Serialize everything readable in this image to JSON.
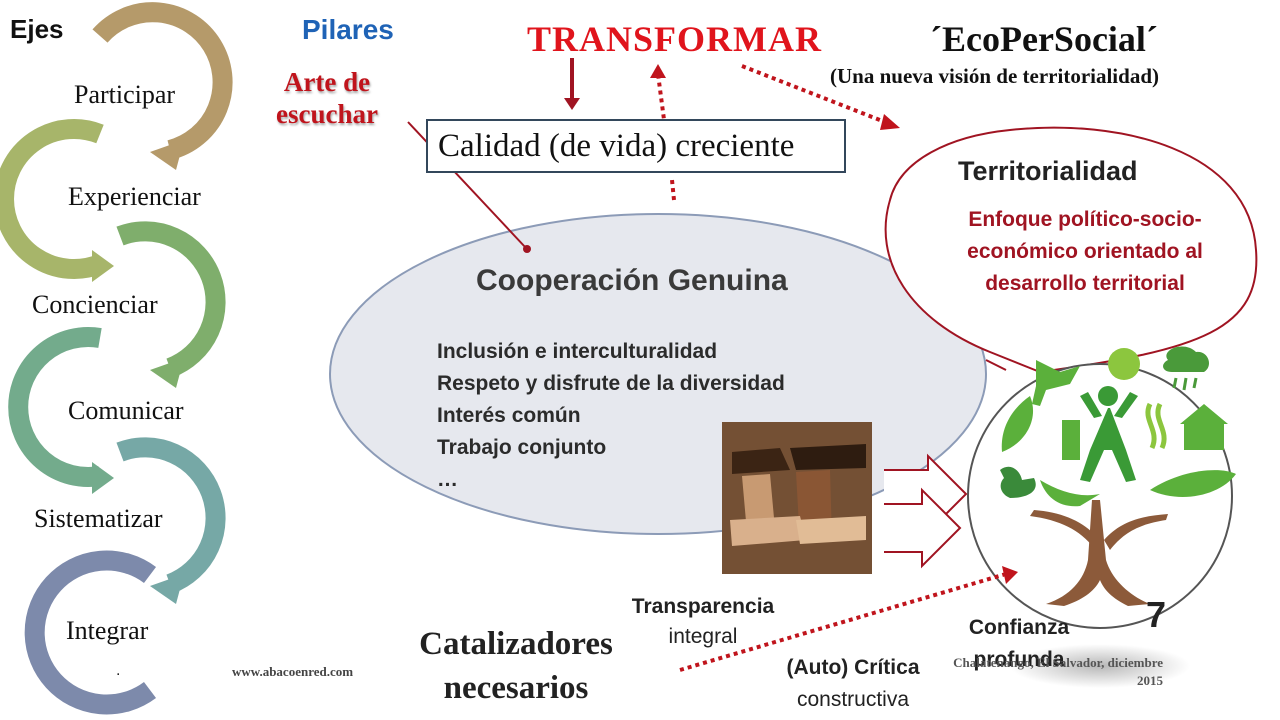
{
  "headers": {
    "ejes": "Ejes",
    "pilares": "Pilares"
  },
  "axes": [
    {
      "label": "Participar",
      "color": "#b59a6a"
    },
    {
      "label": "Experienciar",
      "color": "#a7b56a"
    },
    {
      "label": "Concienciar",
      "color": "#7fae6c"
    },
    {
      "label": "Comunicar",
      "color": "#73ab8c"
    },
    {
      "label": "Sistematizar",
      "color": "#76a8a6"
    },
    {
      "label": "Integrar",
      "color": "#7d8aab"
    }
  ],
  "pillar": "Arte de escuchar",
  "transformar": "TRANSFORMAR",
  "ecopersocial": {
    "title": "´EcoPerSocial´",
    "subtitle": "(Una nueva visión de territorialidad)"
  },
  "calidad": "Calidad (de vida) creciente",
  "cooperacion": {
    "title": "Cooperación Genuina",
    "items": [
      "Inclusión e interculturalidad",
      "Respeto y disfrute de la diversidad",
      "Interés común",
      "Trabajo conjunto",
      "…"
    ]
  },
  "territorialidad": {
    "title": "Territorialidad",
    "text": "Enfoque político-socio-económico orientado al desarrollo territorial"
  },
  "catalizadores": {
    "title": "Catalizadores necesarios",
    "transparencia": {
      "line1": "Transparencia",
      "line2": "integral"
    },
    "critica": {
      "line1": "(Auto) Crítica",
      "line2": "constructiva"
    },
    "confianza": "Confianza profunda"
  },
  "page_number": "7",
  "credit": {
    "line1": "Chalatenango, El Salvador, diciembre",
    "line2": "2015"
  },
  "website": "www.abacoenred.com",
  "dot": ".",
  "colors": {
    "title_red": "#e0141c",
    "pillar_red": "#c0141c",
    "pilares_blue": "#1f63b6",
    "territorial_red": "#a01422",
    "ellipse_fill": "#e6e8ee",
    "ellipse_stroke": "#8c9bb7",
    "tree_green": "#5bb03b",
    "tree_trunk": "#8c5a3a"
  }
}
